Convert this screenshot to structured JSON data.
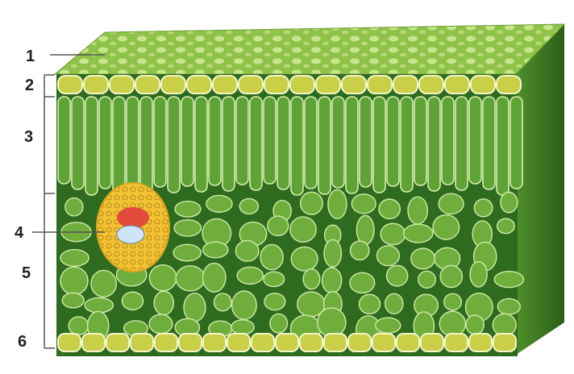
{
  "labels": [
    "1",
    "2",
    "3",
    "4",
    "5",
    "6"
  ],
  "colors": {
    "top_surface": "#8fc24a",
    "top_surface_spot": "#c7e58a",
    "epidermis_cell": "#c9cf46",
    "palisade": "#5fa336",
    "palisade_line": "#d7efb0",
    "spongy_cell": "#6fae3d",
    "spongy_bg": "#2f6b1f",
    "vein_outer": "#f2c233",
    "vein_inner": "#e24b3c",
    "vein_core": "#cfe4f7",
    "leader_line": "#555555"
  },
  "icons": [
    "leaf-cross-section-illustration"
  ]
}
